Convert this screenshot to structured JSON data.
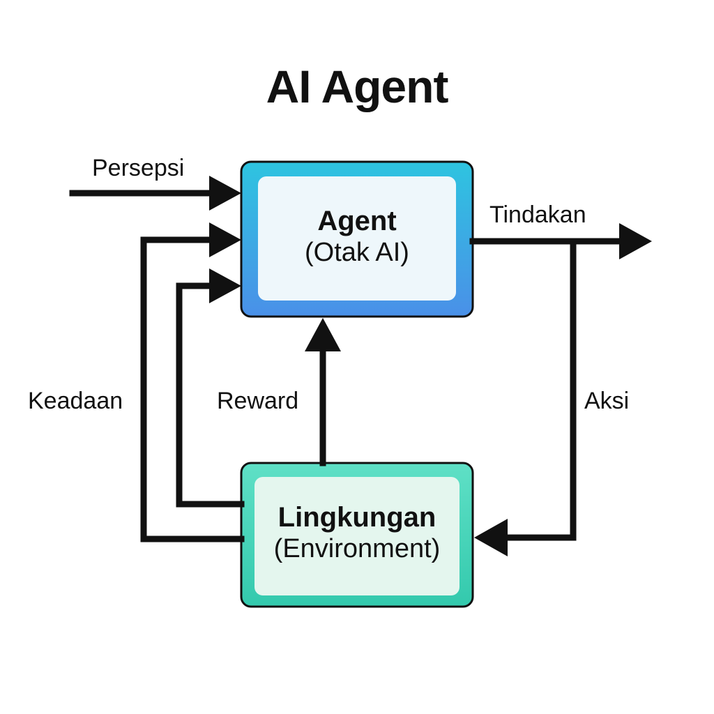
{
  "title": "AI Agent",
  "agent": {
    "name": "Agent",
    "subtitle": "(Otak AI)"
  },
  "environment": {
    "name": "Lingkungan",
    "subtitle": "(Environment)"
  },
  "labels": {
    "persepsi": "Persepsi",
    "tindakan": "Tindakan",
    "keadaan": "Keadaan",
    "reward": "Reward",
    "aksi": "Aksi"
  },
  "colors": {
    "agent_border_top": "#2ec4e0",
    "agent_border_bottom": "#4a90e8",
    "agent_fill": "#eef7fb",
    "env_border": "#3fd3b8",
    "env_fill": "#e4f6ee",
    "line": "#111111"
  }
}
